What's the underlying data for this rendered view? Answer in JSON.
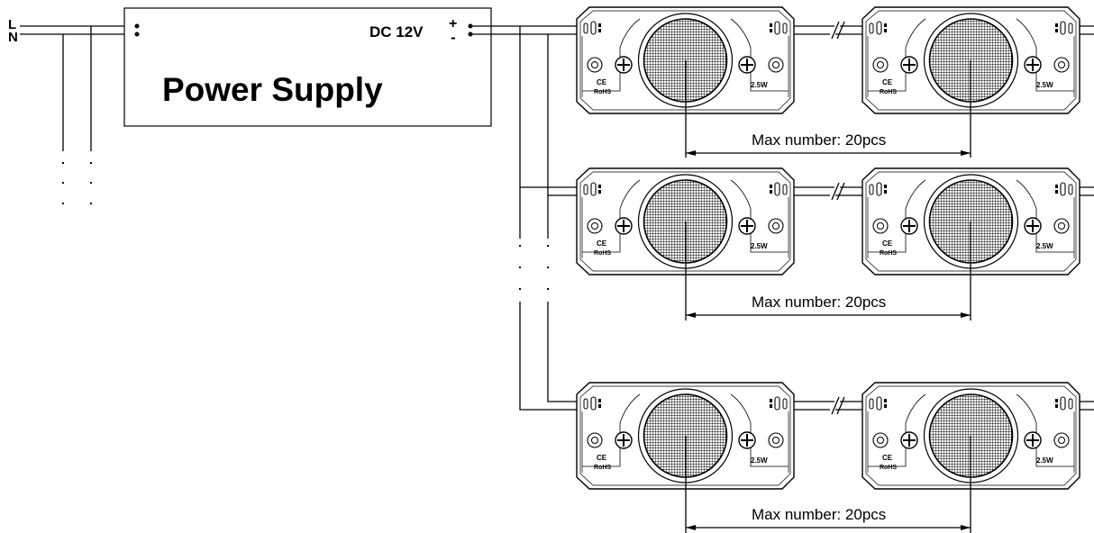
{
  "input": {
    "line_label": "L",
    "neutral_label": "N"
  },
  "power_supply": {
    "title": "Power Supply",
    "output_label": "DC 12V",
    "plus_label": "+",
    "minus_label": "-"
  },
  "module": {
    "ce_label": "CE",
    "rohs_label": "RoHS",
    "power_label": "2.5W"
  },
  "rows": [
    {
      "max_label": "Max number: 20pcs"
    },
    {
      "max_label": "Max number: 20pcs"
    },
    {
      "max_label": "Max number: 20pcs"
    }
  ]
}
